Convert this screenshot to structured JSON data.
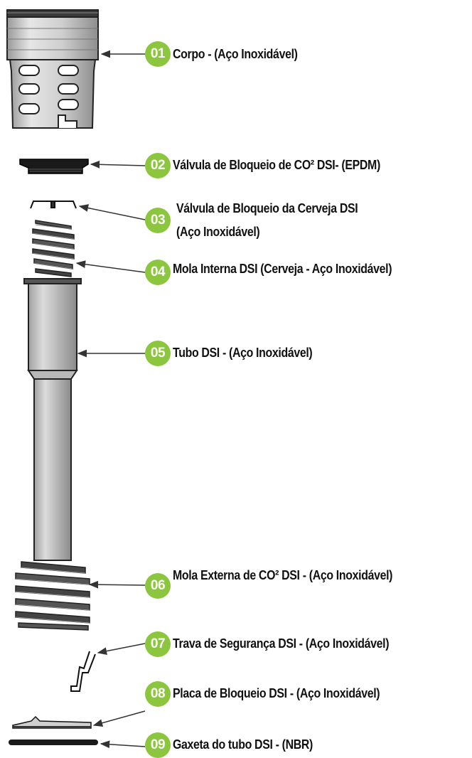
{
  "colors": {
    "badge": "#8cc63f",
    "text": "#111111",
    "metal_light": "#e2e2e2",
    "metal_dark": "#9a9a9a",
    "rubber": "#1a1a1a"
  },
  "parts": [
    {
      "number": "01",
      "name": "Corpo - (Aço Inoxidável)",
      "icon": "body-icon"
    },
    {
      "number": "02",
      "name": "Válvula de Bloqueio de CO² DSI- (EPDM)",
      "icon": "co2-valve-icon"
    },
    {
      "number": "03",
      "name": "Válvula de Bloqueio da Cerveja DSI",
      "name_line2": "(Aço Inoxidável)",
      "icon": "beer-valve-icon"
    },
    {
      "number": "04",
      "name": "Mola Interna DSI (Cerveja - Aço Inoxidável)",
      "icon": "inner-spring-icon"
    },
    {
      "number": "05",
      "name": "Tubo DSI - (Aço Inoxidável)",
      "icon": "tube-icon"
    },
    {
      "number": "06",
      "name": "Mola Externa de CO² DSI - (Aço Inoxidável)",
      "icon": "outer-spring-icon"
    },
    {
      "number": "07",
      "name": "Trava de Segurança DSI - (Aço Inoxidável)",
      "icon": "safety-lock-icon"
    },
    {
      "number": "08",
      "name": "Placa de Bloqueio DSI - (Aço Inoxidável)",
      "icon": "lock-plate-icon"
    },
    {
      "number": "09",
      "name": "Gaxeta do tubo DSI - (NBR)",
      "icon": "tube-gasket-icon"
    }
  ]
}
